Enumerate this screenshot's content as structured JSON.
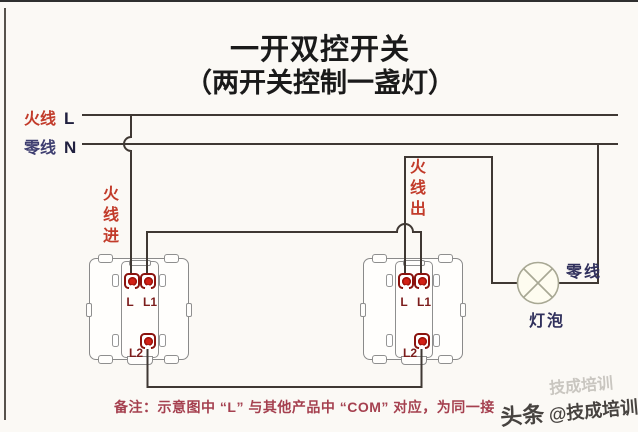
{
  "title": {
    "line1": "一开双控开关",
    "line2": "（两开关控制一盏灯）"
  },
  "bus": {
    "live": {
      "label": "火线",
      "letter": "L"
    },
    "neutral": {
      "label": "零线",
      "letter": "N"
    }
  },
  "wires": {
    "live_in_label": "火线进",
    "live_out_label": "火线出",
    "neutral_right_label": "零线"
  },
  "lamp": {
    "label": "灯泡"
  },
  "switch_left": {
    "terminal_l": "L",
    "terminal_l1": "L1",
    "terminal_l2": "L2"
  },
  "switch_right": {
    "terminal_l": "L",
    "terminal_l1": "L1",
    "terminal_l2": "L2"
  },
  "note": "备注：示意图中 “L” 与其他产品中 “COM” 对应，为同一接",
  "watermark": {
    "ghost": "技成培训",
    "brand": "头条",
    "handle": "@技成培训"
  },
  "colors": {
    "live_red": "#c23b2a",
    "neutral_blue": "#3e3e70",
    "wire": "#3f3833",
    "terminal_red": "#d22015",
    "terminal_border": "#8a130e",
    "note_red": "#a5404f",
    "switch_outline": "#8a8a8a",
    "title_black": "#1a1a1a"
  }
}
